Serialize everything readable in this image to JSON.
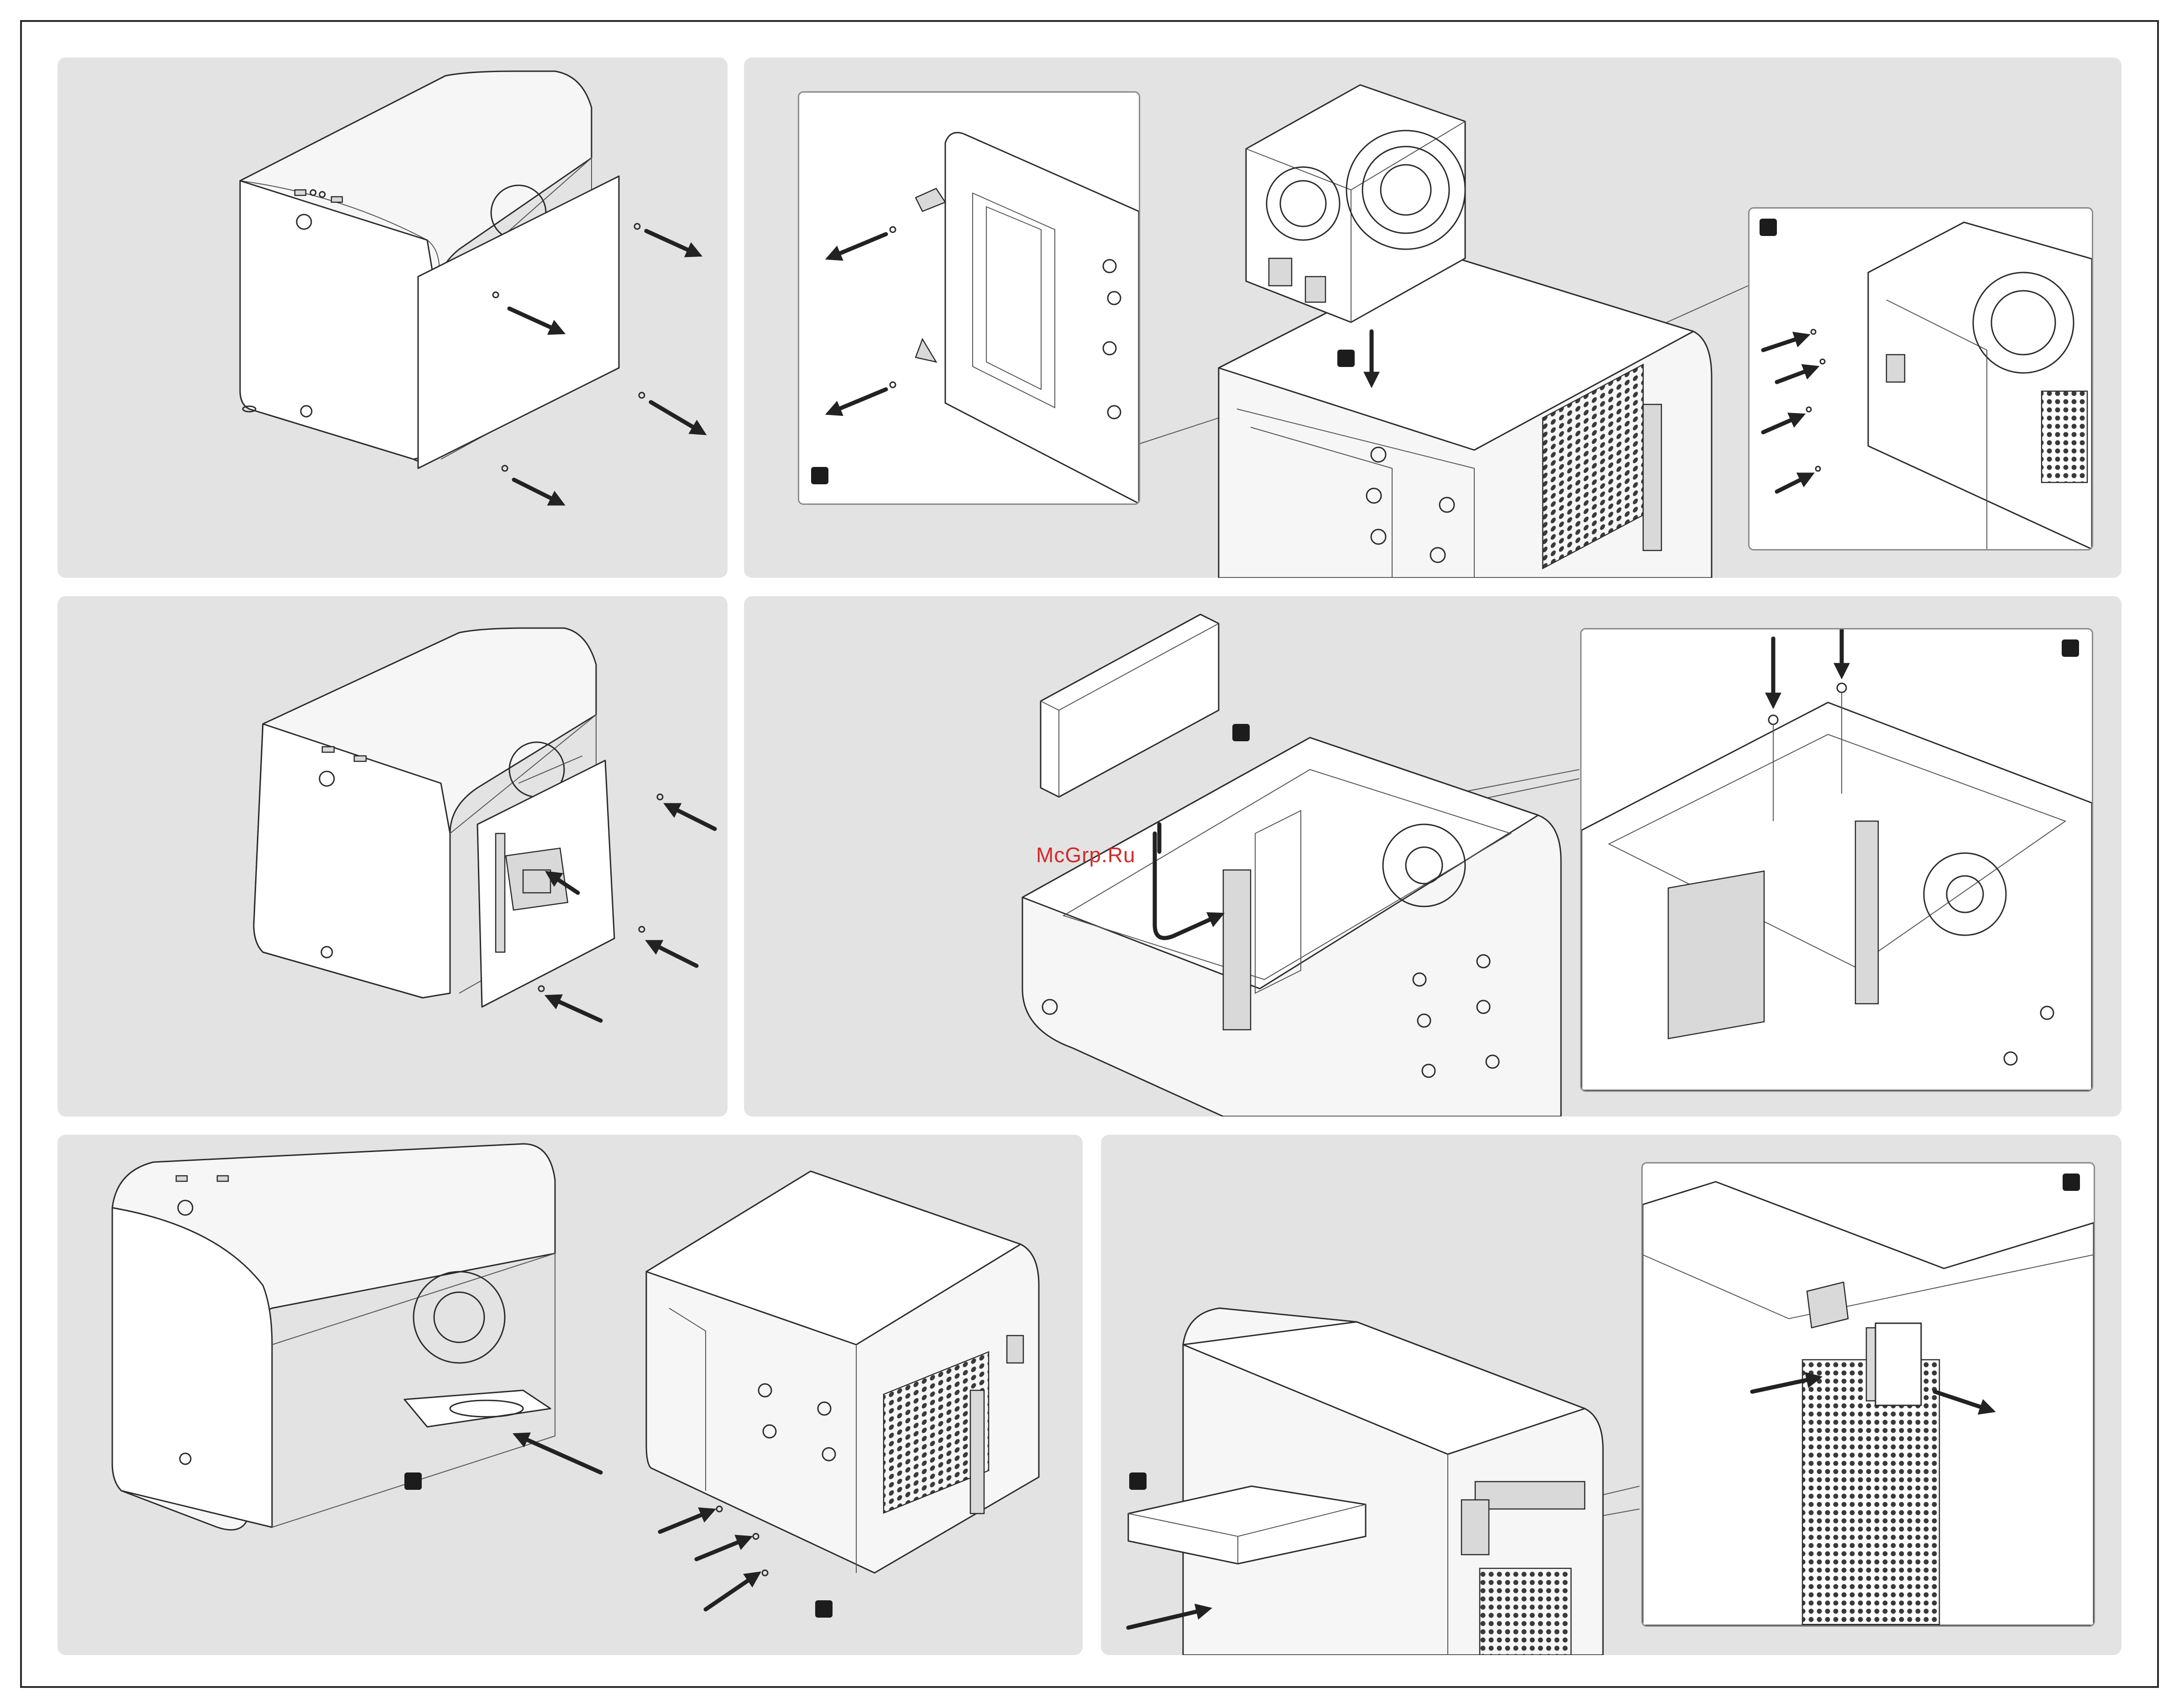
{
  "watermark": {
    "text": "McGrp.Ru",
    "color": "#d22a2a"
  },
  "panel_background": "#e3e3e4",
  "icons": [
    "case-illustration",
    "screw-icon",
    "arrow-icon",
    "step-badge-icon",
    "power-supply-illustration",
    "drive-illustration",
    "fan-illustration"
  ]
}
